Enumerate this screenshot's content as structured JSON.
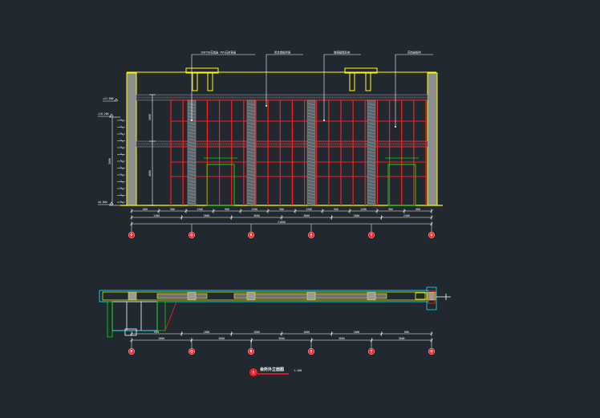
{
  "elevation": {
    "callouts": [
      "150*50花岗岩 PVC石材背景",
      "铝合金板材质",
      "玻璃幕墙系统",
      "花岗岩板材"
    ],
    "levels": [
      "+12.000",
      "+10.200",
      "±0.000"
    ],
    "side_dims": [
      "2000",
      "4000",
      "3600"
    ],
    "dims_top": [
      "600",
      "900",
      "1200",
      "900",
      "1200",
      "900",
      "1200",
      "900",
      "1200",
      "900",
      "600"
    ],
    "dims_mid": [
      "2400",
      "3600",
      "3600",
      "3600",
      "3600",
      "2400"
    ],
    "dims_total": [
      "21600"
    ],
    "axes": [
      "P",
      "Q",
      "R",
      "S",
      "T",
      "U"
    ]
  },
  "plan": {
    "dims_top": [
      "600",
      "1800",
      "1800",
      "1800",
      "1800",
      "600"
    ],
    "dims_mid": [
      "3600",
      "3600",
      "3600",
      "3600",
      "3600"
    ],
    "axes": [
      "P",
      "Q",
      "R",
      "S",
      "T",
      "U"
    ]
  },
  "title": {
    "number": "6",
    "text": "会所外立面图",
    "scale": "1:100"
  },
  "colors": {
    "background": "#212830",
    "outline": "#ffff00",
    "mullion": "#ff1d1d",
    "door": "#00e000",
    "cyan": "#00e5ff",
    "dimension": "#ffffff",
    "column": "#9a9a9a",
    "axis_bubble": "#ff1d1d"
  }
}
